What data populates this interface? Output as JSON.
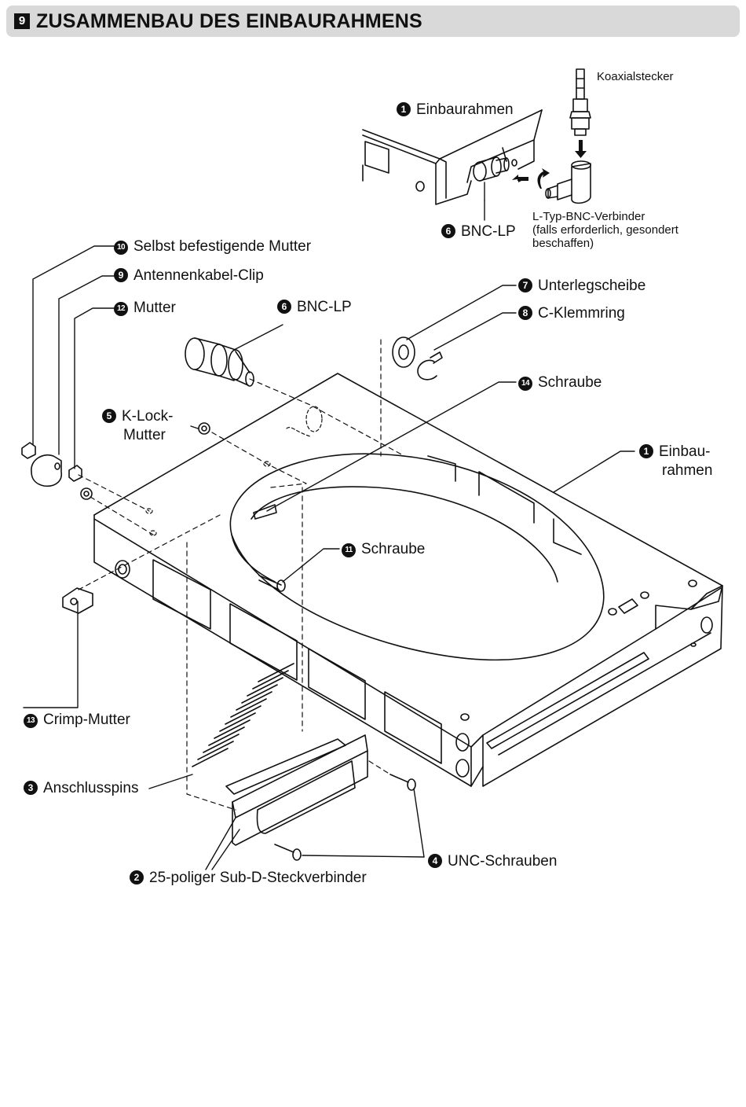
{
  "header": {
    "number": "9",
    "title": "ZUSAMMENBAU DES EINBAURAHMENS"
  },
  "labels": {
    "koaxialstecker": "Koaxialstecker",
    "einbaurahmen_top": {
      "badge": "1",
      "text": "Einbaurahmen"
    },
    "bnc_lp_top": {
      "badge": "6",
      "text": "BNC-LP"
    },
    "l_typ": {
      "line1": "L-Typ-BNC-Verbinder",
      "line2": "(falls erforderlich, gesondert",
      "line3": "beschaffen)"
    },
    "selbst": {
      "badge": "10",
      "text": "Selbst befestigende Mutter"
    },
    "clip": {
      "badge": "9",
      "text": "Antennenkabel-Clip"
    },
    "mutter": {
      "badge": "12",
      "text": "Mutter"
    },
    "bnc_lp_mid": {
      "badge": "6",
      "text": "BNC-LP"
    },
    "unterleg": {
      "badge": "7",
      "text": "Unterlegscheibe"
    },
    "cklemm": {
      "badge": "8",
      "text": "C-Klemmring"
    },
    "schraube14": {
      "badge": "14",
      "text": "Schraube"
    },
    "klock": {
      "badge": "5",
      "line1": "K-Lock-",
      "line2": "Mutter"
    },
    "einbaurahmen_right": {
      "badge": "1",
      "line1": "Einbau-",
      "line2": "rahmen"
    },
    "schraube11": {
      "badge": "11",
      "text": "Schraube"
    },
    "crimp": {
      "badge": "13",
      "text": "Crimp-Mutter"
    },
    "pins": {
      "badge": "3",
      "text": "Anschlusspins"
    },
    "unc": {
      "badge": "4",
      "text": "UNC-Schrauben"
    },
    "subd": {
      "badge": "2",
      "text": "25-poliger Sub-D-Steckverbinder"
    }
  }
}
